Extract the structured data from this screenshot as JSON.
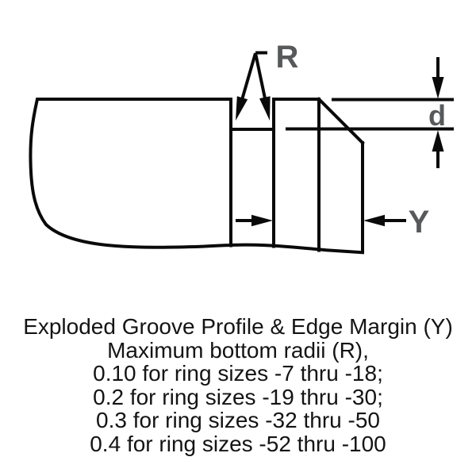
{
  "diagram": {
    "labels": {
      "radius": "R",
      "depth": "d",
      "edge_margin": "Y"
    },
    "line_color": "#0a0a0a",
    "label_color": "#58595b"
  },
  "caption": {
    "lines": [
      "Exploded Groove Profile & Edge Margin (Y)",
      "Maximum bottom radii (R),",
      "0.10 for ring sizes -7 thru -18;",
      "0.2 for ring sizes -19 thru -30;",
      "0.3 for ring sizes -32 thru -50",
      "0.4 for ring sizes -52 thru -100"
    ]
  }
}
